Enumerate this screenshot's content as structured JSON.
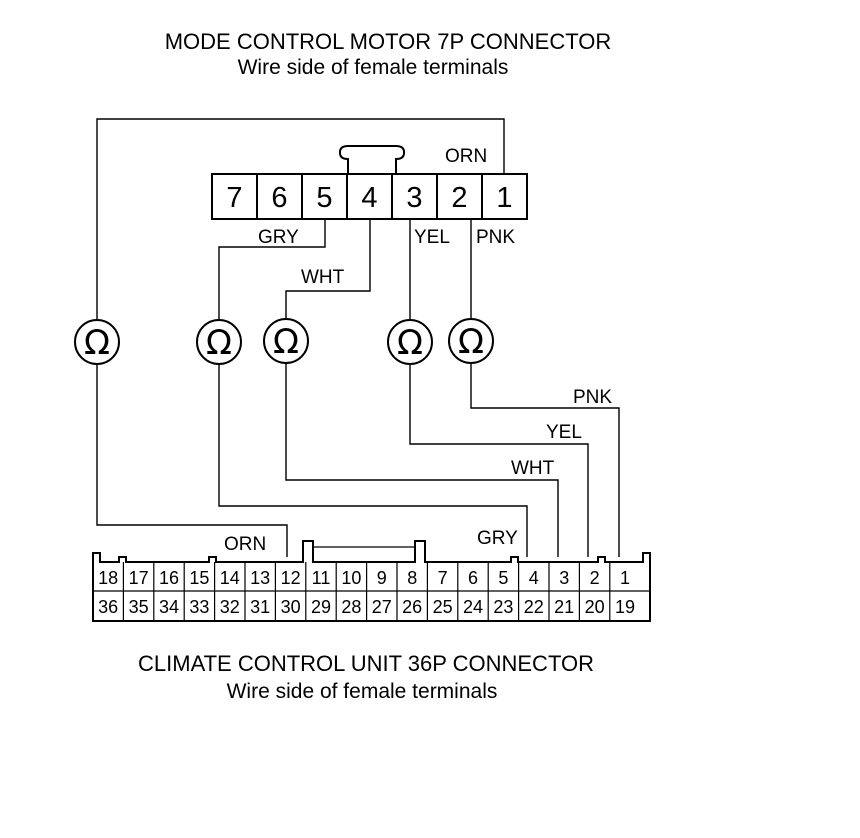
{
  "top_connector": {
    "title": "MODE CONTROL MOTOR 7P CONNECTOR",
    "subtitle": "Wire side of female terminals",
    "pins": [
      "7",
      "6",
      "5",
      "4",
      "3",
      "2",
      "1"
    ]
  },
  "bottom_connector": {
    "title": "CLIMATE CONTROL UNIT 36P CONNECTOR",
    "subtitle": "Wire side of female terminals",
    "row1": [
      "18",
      "17",
      "16",
      "15",
      "14",
      "13",
      "12",
      "11",
      "10",
      "9",
      "8",
      "7",
      "6",
      "5",
      "4",
      "3",
      "2",
      "1"
    ],
    "row2": [
      "36",
      "35",
      "34",
      "33",
      "32",
      "31",
      "30",
      "29",
      "28",
      "27",
      "26",
      "25",
      "24",
      "23",
      "22",
      "21",
      "20",
      "19"
    ]
  },
  "ohmmeter_symbol": "Ω",
  "wires": {
    "orn_top": "ORN",
    "gry_top": "GRY",
    "wht_top": "WHT",
    "yel_top": "YEL",
    "pnk_top": "PNK",
    "pnk_bottom": "PNK",
    "yel_bottom": "YEL",
    "wht_bottom": "WHT",
    "gry_bottom": "GRY",
    "orn_bottom": "ORN"
  }
}
